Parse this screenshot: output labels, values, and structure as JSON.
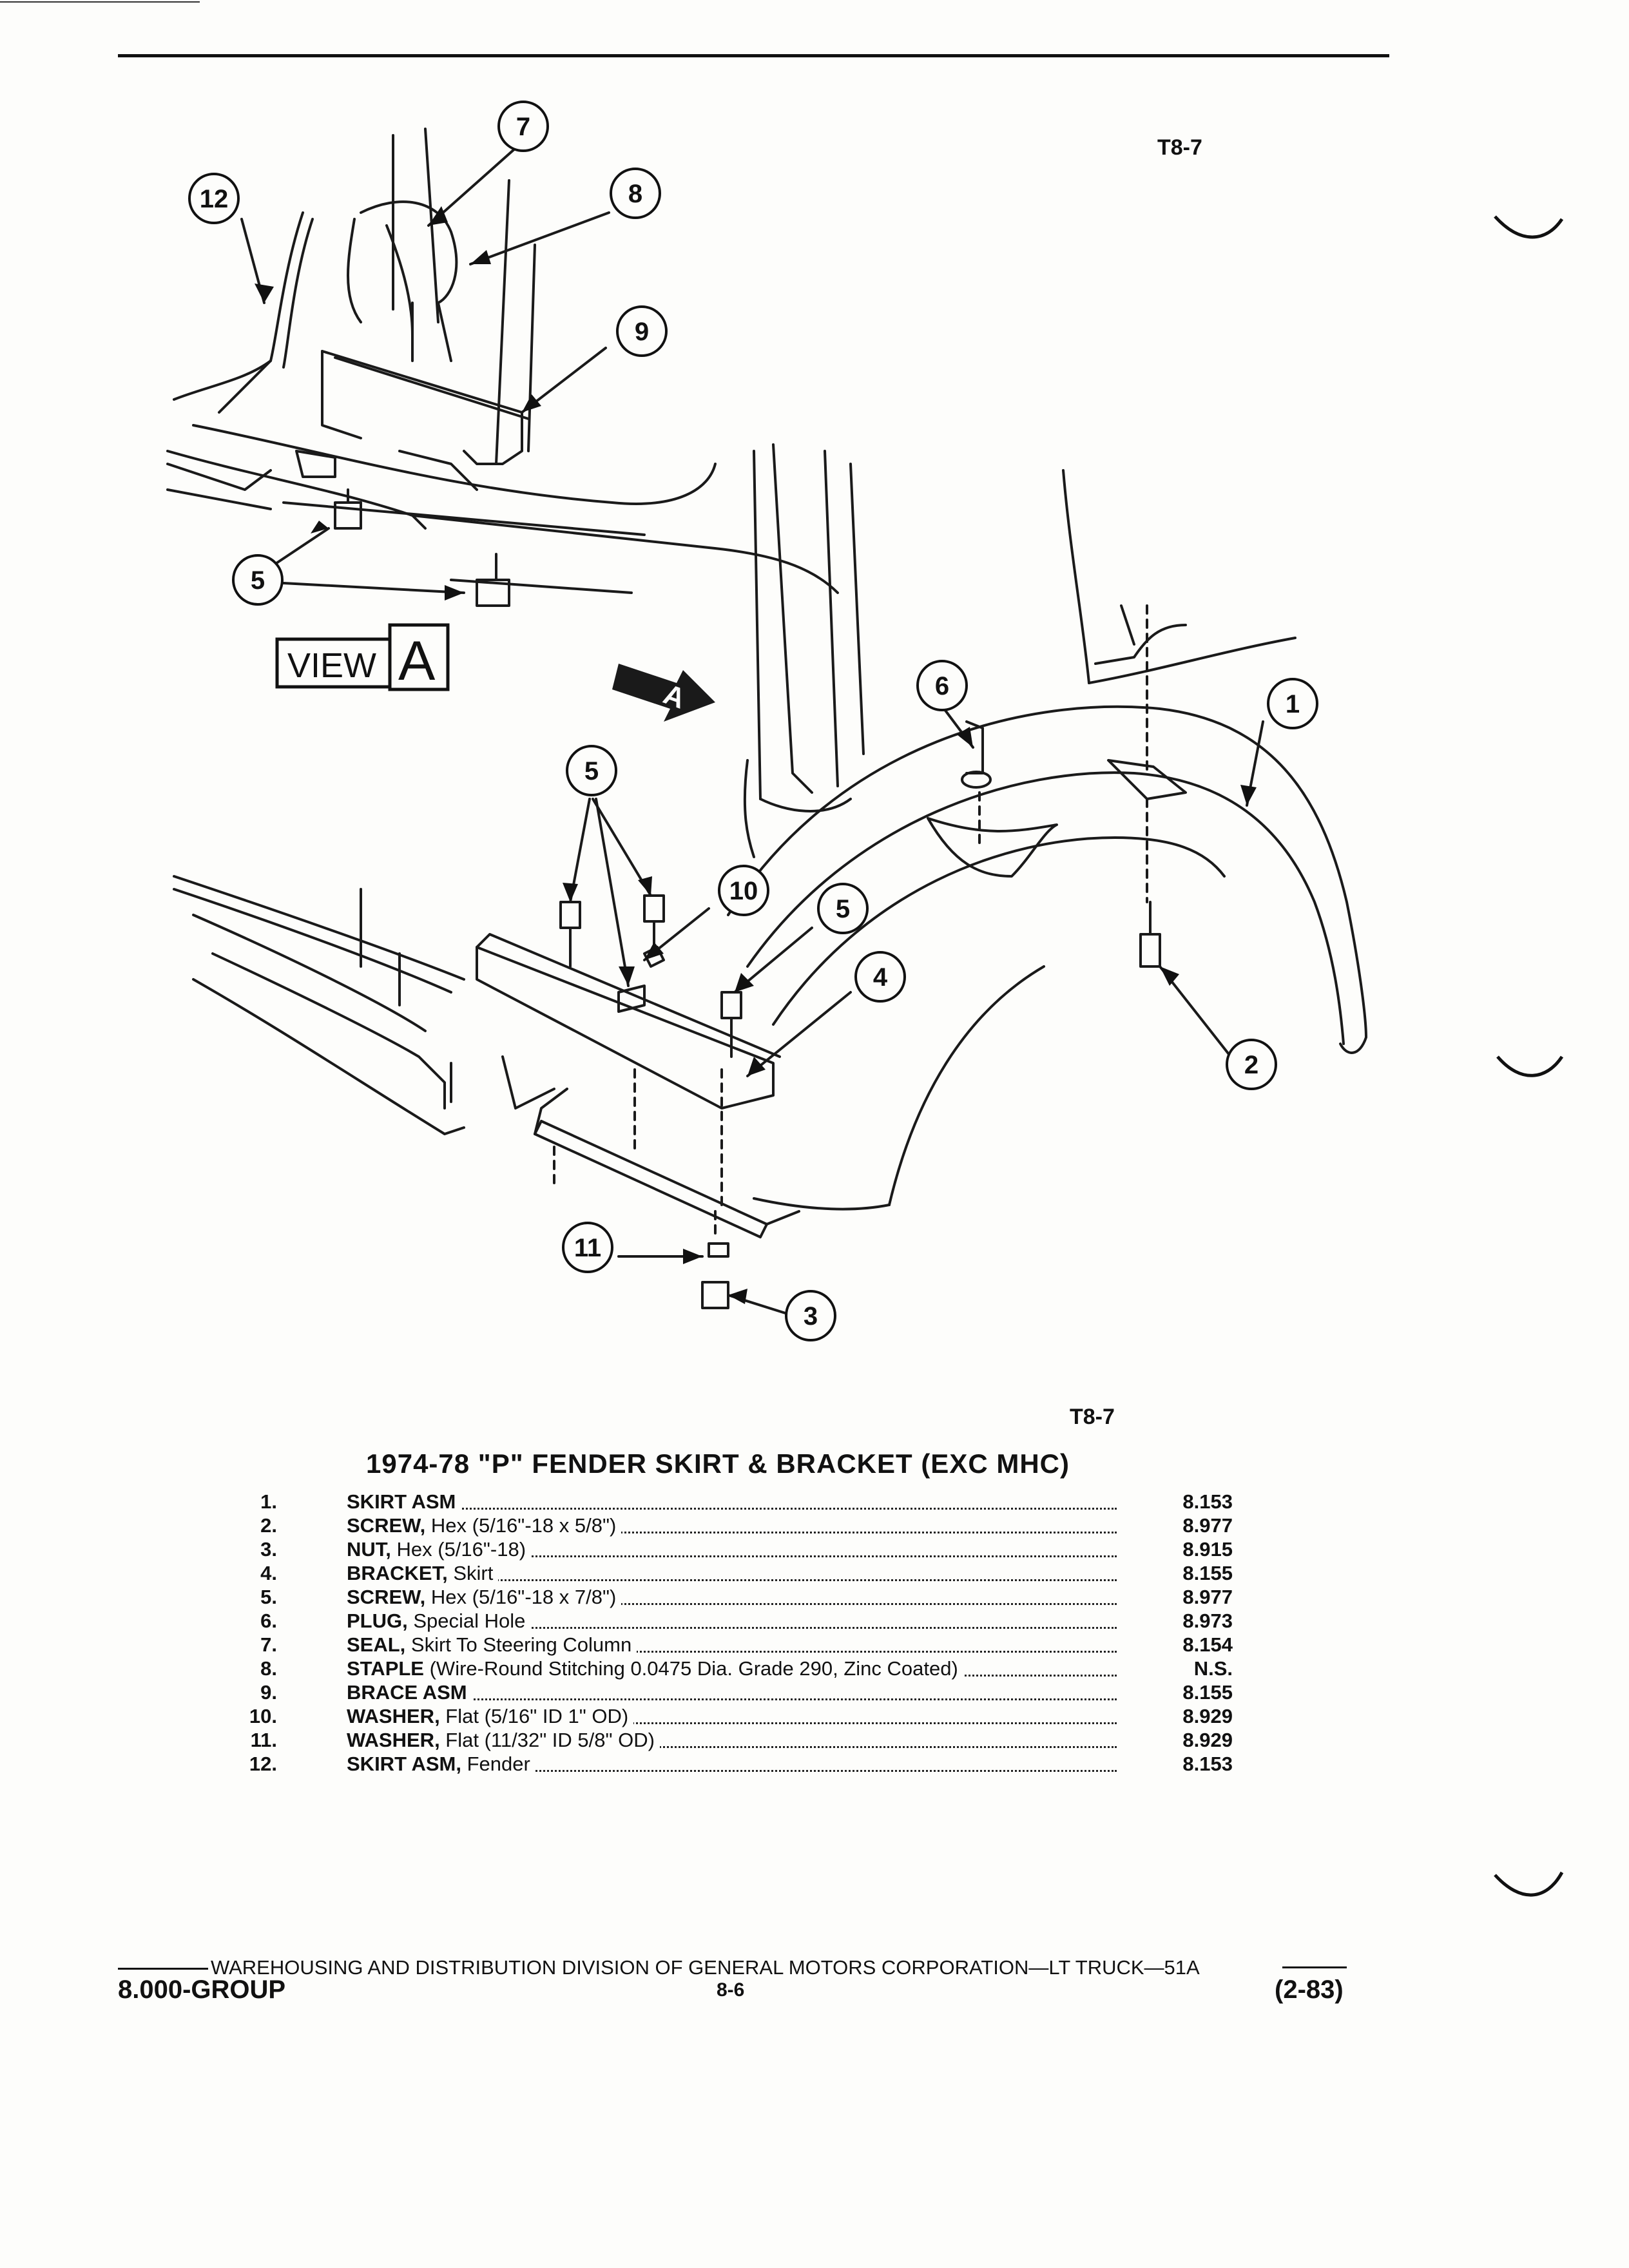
{
  "figure_code_top": "T8-7",
  "figure_code_bottom": "T8-7",
  "view_label": {
    "word": "VIEW",
    "letter": "A"
  },
  "view_arrow_letter": "A",
  "callouts": [
    "1",
    "2",
    "3",
    "4",
    "5",
    "5",
    "5",
    "6",
    "7",
    "8",
    "9",
    "10",
    "11",
    "12"
  ],
  "caption": "1974-78 \"P\" FENDER SKIRT & BRACKET (EXC MHC)",
  "parts": [
    {
      "num": "1.",
      "name": "SKIRT ASM",
      "detail": "",
      "ref": "8.153"
    },
    {
      "num": "2.",
      "name": "SCREW,",
      "detail": " Hex (5/16\"-18 x 5/8\")",
      "ref": "8.977"
    },
    {
      "num": "3.",
      "name": "NUT,",
      "detail": " Hex (5/16\"-18)",
      "ref": "8.915"
    },
    {
      "num": "4.",
      "name": "BRACKET,",
      "detail": " Skirt",
      "ref": "8.155"
    },
    {
      "num": "5.",
      "name": "SCREW,",
      "detail": " Hex (5/16\"-18 x 7/8\")",
      "ref": "8.977"
    },
    {
      "num": "6.",
      "name": "PLUG,",
      "detail": " Special Hole",
      "ref": "8.973"
    },
    {
      "num": "7.",
      "name": "SEAL,",
      "detail": " Skirt To Steering Column",
      "ref": "8.154"
    },
    {
      "num": "8.",
      "name": "STAPLE",
      "detail": " (Wire-Round Stitching 0.0475 Dia. Grade 290, Zinc Coated)",
      "ref": "N.S."
    },
    {
      "num": "9.",
      "name": "BRACE ASM",
      "detail": "",
      "ref": "8.155"
    },
    {
      "num": "10.",
      "name": "WASHER,",
      "detail": " Flat (5/16\" ID 1\" OD)",
      "ref": "8.929"
    },
    {
      "num": "11.",
      "name": "WASHER,",
      "detail": " Flat (11/32\" ID 5/8\" OD)",
      "ref": "8.929"
    },
    {
      "num": "12.",
      "name": "SKIRT ASM,",
      "detail": " Fender",
      "ref": "8.153"
    }
  ],
  "footer": {
    "division_line": "WAREHOUSING AND DISTRIBUTION  DIVISION OF GENERAL MOTORS CORPORATION—LT TRUCK—51A",
    "group": "8.000-GROUP",
    "page": "8-6",
    "date": "(2-83)"
  }
}
